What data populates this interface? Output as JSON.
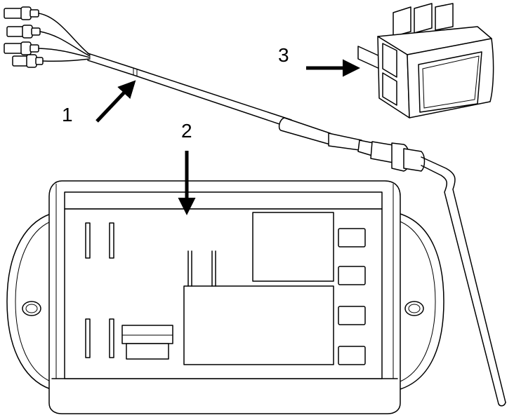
{
  "diagram": {
    "callouts": [
      {
        "id": "1",
        "label": "1",
        "part": "temperature-probe-cable"
      },
      {
        "id": "2",
        "label": "2",
        "part": "controller-module"
      },
      {
        "id": "3",
        "label": "3",
        "part": "rocker-switch"
      }
    ],
    "colors": {
      "line": "#000000",
      "background": "#ffffff"
    }
  }
}
